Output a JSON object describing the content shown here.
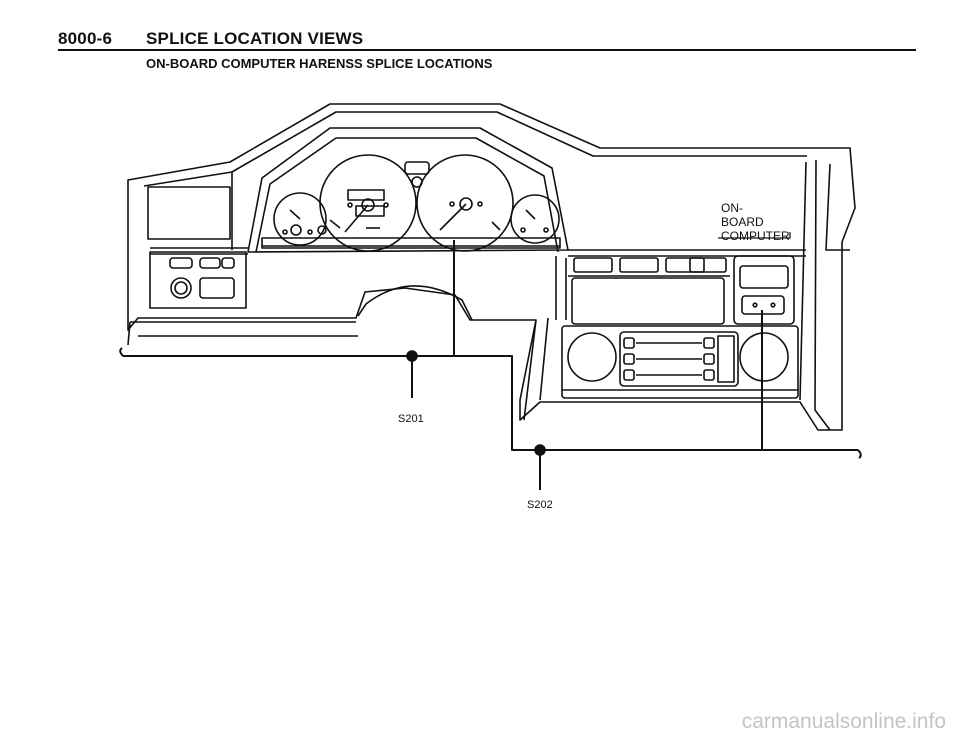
{
  "header": {
    "code": "8000-6",
    "title": "SPLICE LOCATION VIEWS",
    "subtitle": "ON-BOARD COMPUTER HARENSS SPLICE LOCATIONS"
  },
  "callout": {
    "line1": "ON-",
    "line2": "BOARD",
    "line3": "COMPUTER"
  },
  "splices": [
    {
      "id": "S201"
    },
    {
      "id": "S202"
    }
  ],
  "watermark": "carmanualsonline.info"
}
